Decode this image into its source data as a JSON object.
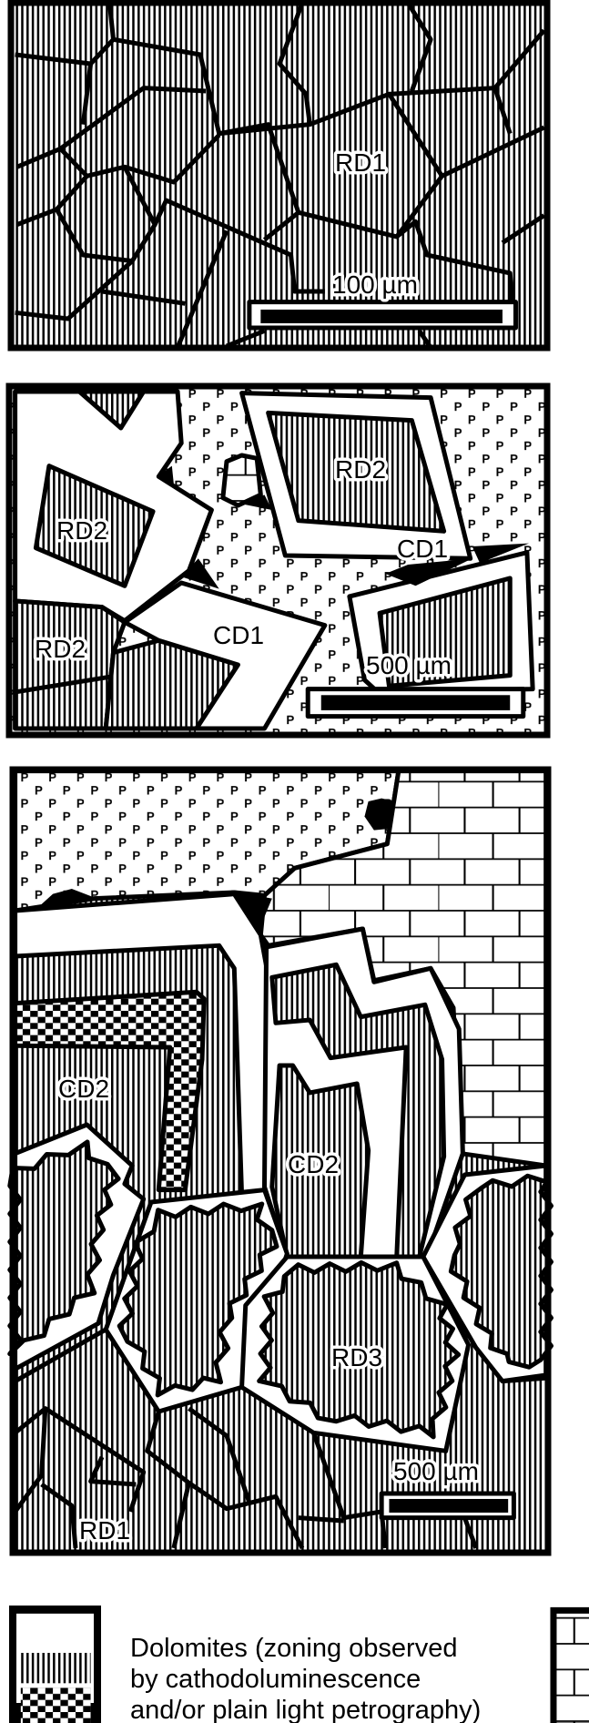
{
  "panels": [
    {
      "labels": [
        "RD1"
      ],
      "scale_bar": "100 µm"
    },
    {
      "labels": [
        "RD2",
        "RD2",
        "RD2",
        "CD1",
        "CD1"
      ],
      "scale_bar": "500 µm"
    },
    {
      "labels": [
        "CD2",
        "CD2",
        "RD3",
        "RD1"
      ],
      "scale_bar": "500 µm"
    }
  ],
  "legend": {
    "dolomites": [
      "Dolomites (zoning observed",
      "by cathodoluminescence",
      "and/or plain light petrography)"
    ]
  },
  "colors": {
    "ink": "#000000",
    "paper": "#ffffff"
  }
}
